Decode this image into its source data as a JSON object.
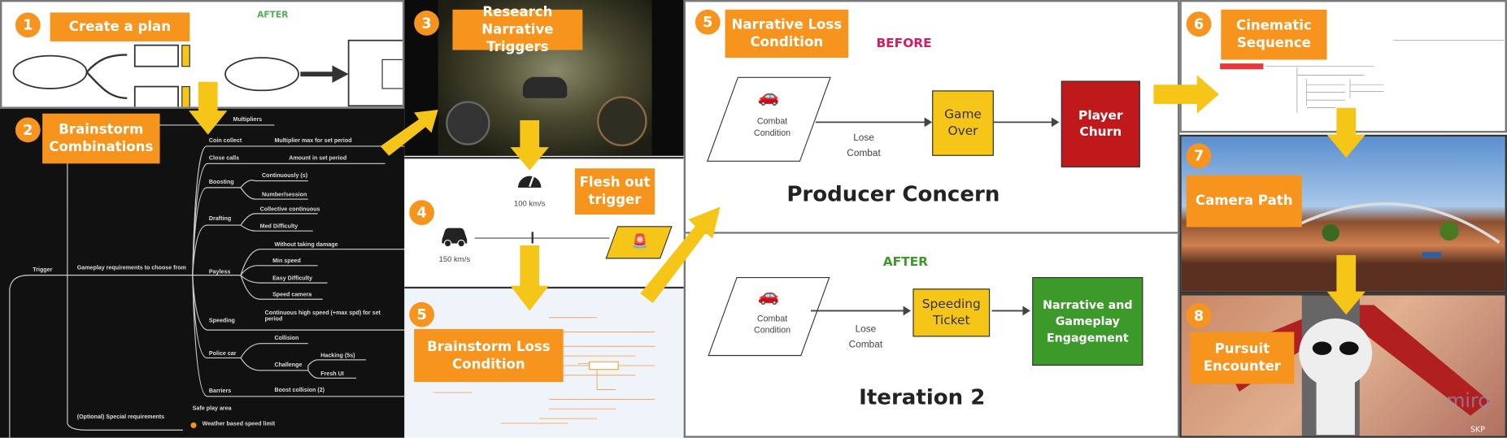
{
  "steps": [
    {
      "num": "1",
      "label": "Create a plan"
    },
    {
      "num": "2",
      "label": "Brainstorm Combinations"
    },
    {
      "num": "3",
      "label": "Research Narrative Triggers"
    },
    {
      "num": "4",
      "label": "Flesh out trigger"
    },
    {
      "num": "5",
      "label": "Brainstorm Loss Condition"
    },
    {
      "num": "5",
      "label": "Narrative Loss Condition"
    },
    {
      "num": "6",
      "label": "Cinematic Sequence"
    },
    {
      "num": "7",
      "label": "Camera Path"
    },
    {
      "num": "8",
      "label": "Pursuit Encounter"
    }
  ],
  "plan": {
    "after": "AFTER"
  },
  "mindmap": {
    "root": "Trigger",
    "branch_main": "Gameplay requirements to choose from",
    "branch_top": "Multipliers",
    "branch_optional": "(Optional) Special requirements",
    "nodes": [
      {
        "name": "Coin collect",
        "children": [
          "Multiplier max for set period"
        ]
      },
      {
        "name": "Close calls",
        "children": [
          "Amount in set period"
        ]
      },
      {
        "name": "Boosting",
        "children": [
          "Continuously (s)",
          "Number/session"
        ]
      },
      {
        "name": "Drafting",
        "children": [
          "Collective continuous",
          "Med Difficulty"
        ]
      },
      {
        "name": "Payless",
        "children": [
          "Without taking damage",
          "Min speed",
          "Easy Difficulty",
          "Speed camera"
        ]
      },
      {
        "name": "Speeding",
        "children": [
          "Continuous high speed (+max spd) for set period"
        ]
      },
      {
        "name": "Police car",
        "children": [
          "Collision",
          "Challenge",
          "Hacking (5s)",
          "Fresh UI"
        ]
      },
      {
        "name": "Barriers",
        "children": [
          "Boost collision (2)"
        ]
      }
    ],
    "optional": [
      "Safe play area",
      "Weather based speed limit"
    ]
  },
  "trigger": {
    "speed_limit": "100 km/s",
    "car_speed": "150 km/s"
  },
  "loss": {
    "before": "BEFORE",
    "after": "AFTER",
    "condition": "Combat Condition",
    "edge": "Lose Combat",
    "game_over": "Game Over",
    "player_churn": "Player Churn",
    "speeding_ticket": "Speeding Ticket",
    "engagement": "Narrative and Gameplay Engagement",
    "title_before": "Producer Concern",
    "title_after": "Iteration 2"
  },
  "watermark": "miro",
  "skip": "SKP",
  "colors": {
    "orange": "#f7941d",
    "arrow": "#f5c518",
    "before": "#d81b60",
    "after": "#3c9a2a",
    "red": "#c0191b",
    "green": "#3c9a2a"
  }
}
